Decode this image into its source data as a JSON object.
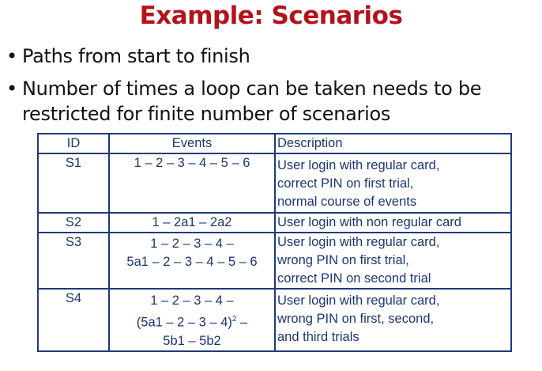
{
  "title": "Example: Scenarios",
  "bullets": [
    {
      "icon": "bullet-dot",
      "text": "Paths from start to finish"
    },
    {
      "icon": "bullet-dot",
      "lines": [
        "Number of times a loop can be taken needs to be",
        "restricted for finite number of scenarios"
      ]
    }
  ],
  "table": {
    "headers": [
      "ID",
      "Events",
      "Description"
    ],
    "rows": [
      {
        "id": "S1",
        "events": [
          "1 – 2 – 3 – 4 – 5 – 6"
        ],
        "description": [
          "User login with regular card,",
          "correct PIN on first trial,",
          "normal  course  of events"
        ]
      },
      {
        "id": "S2",
        "events": [
          "1 – 2a1 – 2a2"
        ],
        "description": [
          "User login with non regular card"
        ]
      },
      {
        "id": "S3",
        "events": [
          "1 – 2 – 3 – 4 –",
          "5a1 – 2 – 3 – 4 – 5 – 6"
        ],
        "description": [
          "User login with regular card,",
          "wrong PIN on first trial,",
          "correct PIN on second trial"
        ]
      },
      {
        "id": "S4",
        "events": [
          "1 – 2 – 3 – 4 –",
          "(5a1 – 2 – 3 – 4)",
          "2",
          " –",
          "5b1 – 5b2"
        ],
        "description": [
          "User login with regular card,",
          "wrong PIN on first, second,",
          "and third trials"
        ]
      }
    ]
  }
}
